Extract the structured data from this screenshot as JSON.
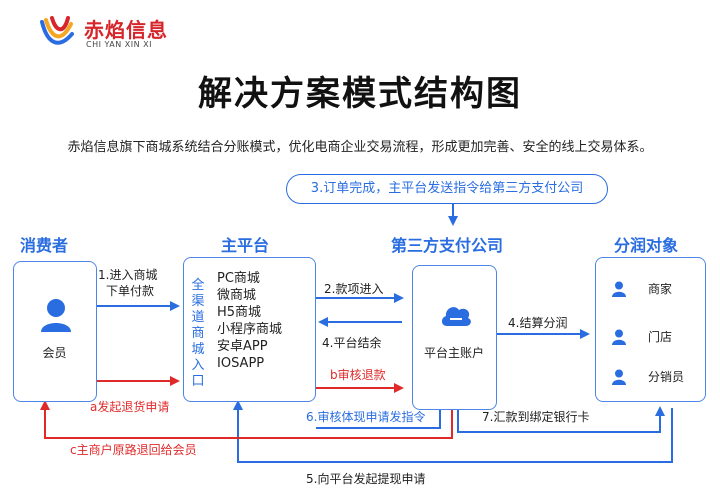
{
  "brand": {
    "name_cn": "赤焰信息",
    "name_en": "CHI YAN XIN XI"
  },
  "title": "解决方案模式结构图",
  "subtitle": "赤焰信息旗下商城系统结合分账模式，优化电商企业交易流程，形成更加完善、安全的线上交易体系。",
  "columns": {
    "consumer": "消费者",
    "platform": "主平台",
    "payment": "第三方支付公司",
    "split": "分润对象"
  },
  "consumer_box": {
    "label": "会员"
  },
  "platform_box": {
    "vertical_label": "全渠道商城入口",
    "items": [
      "PC商城",
      "微商城",
      "H5商城",
      "小程序商城",
      "安卓APP",
      "IOSAPP"
    ]
  },
  "payment_box": {
    "label": "平台主账户"
  },
  "split_box": {
    "items": [
      "商家",
      "门店",
      "分销员"
    ]
  },
  "steps": {
    "s1_line1": "1.进入商城",
    "s1_line2": "下单付款",
    "s2": "2.款项进入",
    "s3": "3.订单完成，主平台发送指令给第三方支付公司",
    "s4": "4.平台结余",
    "s5": "5.向平台发起提现申请",
    "s6": "6.审核体现申请发指令",
    "s7": "7.汇款到绑定银行卡",
    "s8": "4.结算分润",
    "a": "a发起退货申请",
    "b": "b审核退款",
    "c": "c主商户原路退回给会员"
  },
  "colors": {
    "blue": "#2a6de0",
    "red": "#e02a2a",
    "brand_red": "#d6262b"
  },
  "icons": [
    "logo-mark",
    "user-icon",
    "cloud-upload-icon"
  ]
}
